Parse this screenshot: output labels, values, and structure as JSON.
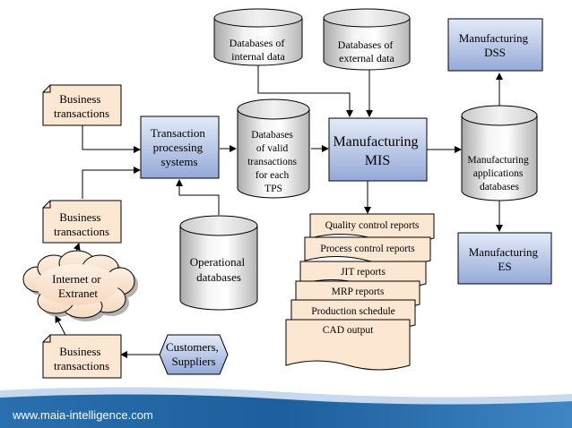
{
  "diagram": {
    "nodes": {
      "db_internal": {
        "lines": [
          "Databases of",
          "internal data"
        ]
      },
      "db_external": {
        "lines": [
          "Databases of",
          "external data"
        ]
      },
      "mfg_dss": {
        "lines": [
          "Manufacturing",
          "DSS"
        ]
      },
      "biz_tx_top": {
        "lines": [
          "Business",
          "transactions"
        ]
      },
      "tps": {
        "lines": [
          "Transaction",
          "processing",
          "systems"
        ]
      },
      "db_valid": {
        "lines": [
          "Databases",
          "of valid",
          "transactions",
          "for each",
          "TPS"
        ]
      },
      "mfg_mis": {
        "lines": [
          "Manufacturing",
          "MIS"
        ]
      },
      "mfg_app_db": {
        "lines": [
          "Manufacturing",
          "applications",
          "databases"
        ]
      },
      "biz_tx_mid": {
        "lines": [
          "Business",
          "transactions"
        ]
      },
      "operational_db": {
        "lines": [
          "Operational",
          "databases"
        ]
      },
      "mfg_es": {
        "lines": [
          "Manufacturing",
          "ES"
        ]
      },
      "internet": {
        "lines": [
          "Internet or",
          "Extranet"
        ]
      },
      "biz_tx_bottom": {
        "lines": [
          "Business",
          "transactions"
        ]
      },
      "customers": {
        "lines": [
          "Customers,",
          "Suppliers"
        ]
      }
    },
    "reports": [
      "Quality control reports",
      "Process control reports",
      "JIT reports",
      "MRP reports",
      "Production schedule",
      "CAD output"
    ]
  },
  "footer": {
    "url": "www.maia-intelligence.com"
  },
  "colors": {
    "document_fill": "#fce7d3",
    "box_fill_light": "#d8e1f3",
    "box_fill_dark": "#95a9d8",
    "cylinder_light": "#ffffff",
    "cylinder_dark": "#b8b8b8",
    "footer_blue": "#1c5f9c"
  }
}
